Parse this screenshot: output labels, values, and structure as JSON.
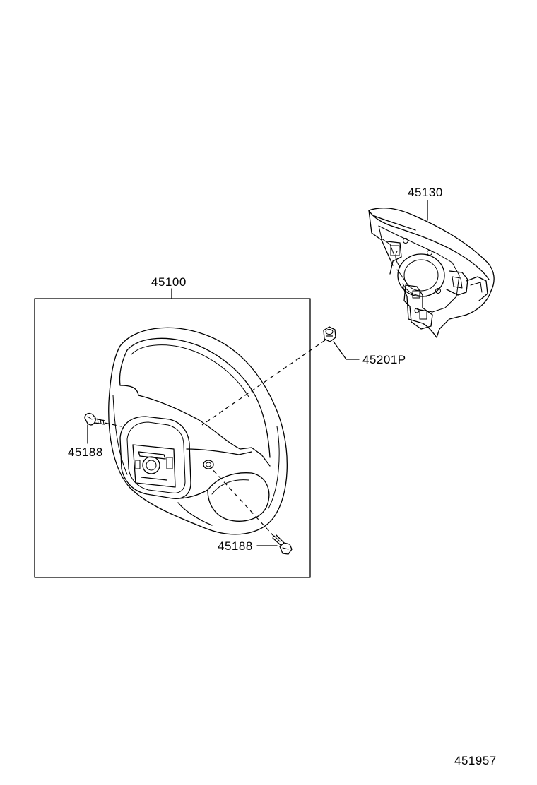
{
  "diagram": {
    "parts": {
      "horn_pad": "45130",
      "steering_wheel_assy": "45100",
      "nut": "45201P",
      "screw_left": "45188",
      "screw_bottom": "45188"
    },
    "figure_code": "451957"
  }
}
